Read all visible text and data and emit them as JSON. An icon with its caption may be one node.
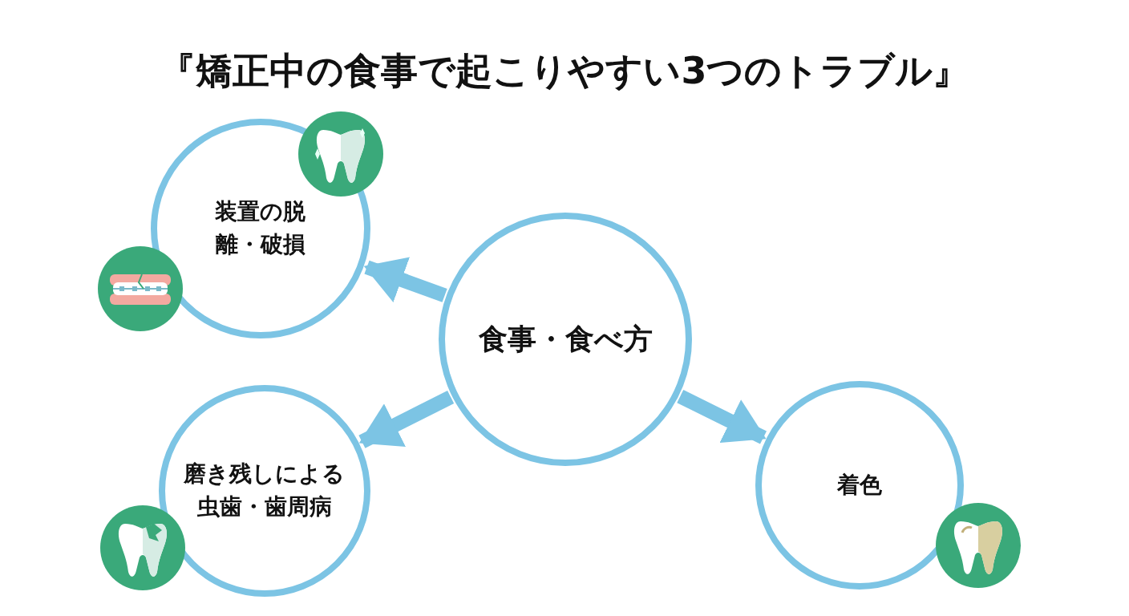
{
  "diagram": {
    "title": "『矯正中の食事で起こりやすい3つのトラブル』",
    "nodes": [
      {
        "text": [
          "食事・食べ方"
        ]
      },
      {
        "text": [
          "装置の脱離・破損"
        ]
      },
      {
        "text": [
          "磨き残しによる虫歯・歯周病"
        ]
      },
      {
        "text": [
          "着色"
        ]
      }
    ],
    "edges": [
      {
        "from": 0,
        "to": 1,
        "arrow": "to"
      },
      {
        "from": 0,
        "to": 2,
        "arrow": "to"
      },
      {
        "from": 0,
        "to": 3,
        "arrow": "to"
      }
    ]
  }
}
